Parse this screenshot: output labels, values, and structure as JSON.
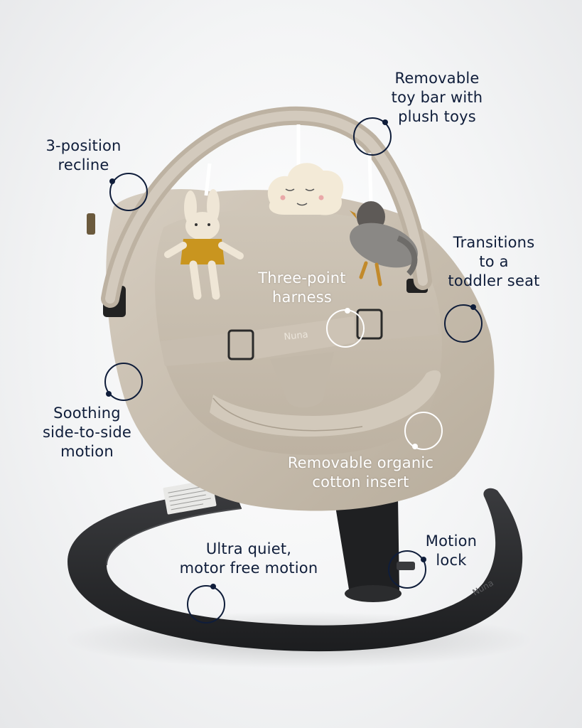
{
  "image": {
    "subject": "Baby bouncer seat with toy bar"
  },
  "colors": {
    "navy": "#0f1d3a",
    "white_text": "#ffffff",
    "fabric": "#c9bfb1",
    "fabric_dark": "#b3a897",
    "frame": "#2a2b2d"
  },
  "brand": {
    "seat_logo": "Nuna",
    "base_logo": "Nuna"
  },
  "callouts": {
    "recline": {
      "line1": "3-position",
      "line2": "recline"
    },
    "toybar": {
      "line1": "Removable",
      "line2": "toy bar with",
      "line3": "plush toys"
    },
    "toddler": {
      "line1": "Transitions",
      "line2": "to a",
      "line3": "toddler seat"
    },
    "harness": {
      "line1": "Three-point",
      "line2": "harness"
    },
    "soothing": {
      "line1": "Soothing",
      "line2": "side-to-side",
      "line3": "motion"
    },
    "insert": {
      "line1": "Removable organic",
      "line2": "cotton insert"
    },
    "quiet": {
      "line1": "Ultra quiet,",
      "line2": "motor free motion"
    },
    "lock": {
      "line1": "Motion",
      "line2": "lock"
    }
  }
}
